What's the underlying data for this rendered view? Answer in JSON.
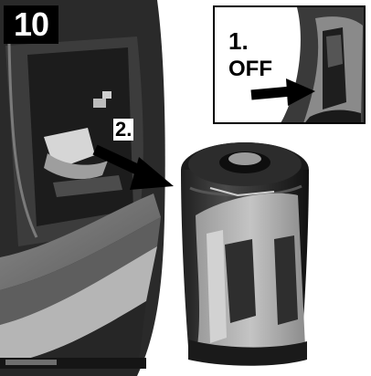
{
  "figure": {
    "step_number": "10",
    "inset": {
      "step_label": "1.",
      "switch_label": "OFF"
    },
    "removal_step_label": "2."
  },
  "colors": {
    "housing_dark": "#2a2a2a",
    "housing_mid": "#7d7d7d",
    "housing_light": "#bdbdbd",
    "arrow": "#000000"
  }
}
